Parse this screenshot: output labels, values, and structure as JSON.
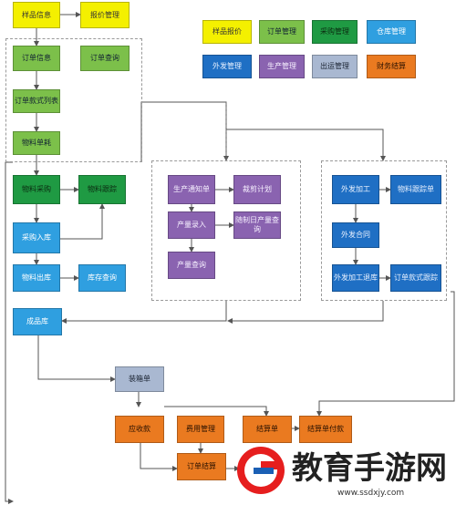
{
  "nodes": {
    "sample_info": "样品信息",
    "quote_mgmt": "报价管理",
    "order_info": "订单信息",
    "order_query": "订单查询",
    "order_style_table": "订单款式列表",
    "material_usage": "物料单耗",
    "material_purchase": "物料采购",
    "material_tracking": "物料跟踪",
    "purchase_inbound": "采购入库",
    "material_outbound": "物料出库",
    "inventory_query": "库存查询",
    "production_notice": "生产通知单",
    "cutting_plan": "裁剪计划",
    "output_entry": "产量录入",
    "daily_output_report": "随制日产量查询",
    "output_query": "产量查询",
    "outsource_processing": "外发加工",
    "material_picking": "物料跟踪单",
    "outsource_contract": "外发合同",
    "outsource_process_return": "外发加工退库",
    "order_style_tracking": "订单款式跟踪",
    "finished_goods": "成品库",
    "packing_list": "装箱单",
    "receivables": "应收款",
    "expense_mgmt": "费用管理",
    "settlement": "结算单",
    "settlement_payment": "结算单付款",
    "order_settlement": "订单结算"
  },
  "legend": [
    {
      "label": "样品报价",
      "color": "#f4f000"
    },
    {
      "label": "订单管理",
      "color": "#7cc04a"
    },
    {
      "label": "采购管理",
      "color": "#1f9a43"
    },
    {
      "label": "仓库管理",
      "color": "#2f9fe0"
    },
    {
      "label": "外发管理",
      "color": "#1f6fc4"
    },
    {
      "label": "生产管理",
      "color": "#8a63b0"
    },
    {
      "label": "出运管理",
      "color": "#a9b8d1"
    },
    {
      "label": "财务结算",
      "color": "#ea7a20"
    }
  ],
  "watermark": {
    "text": "教育手游网",
    "url": "www.ssdxjy.com"
  }
}
